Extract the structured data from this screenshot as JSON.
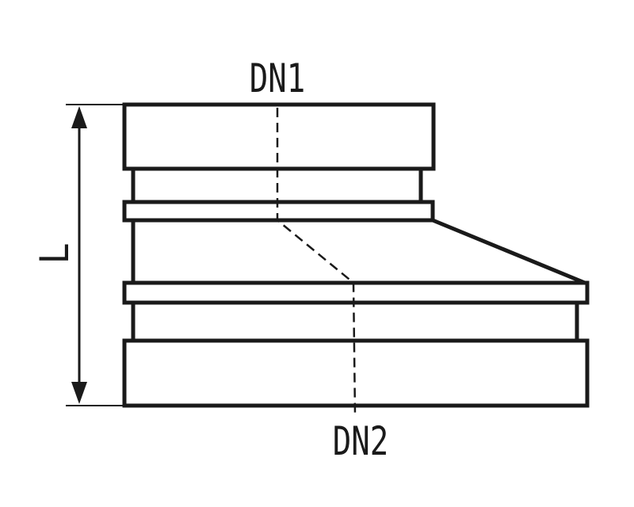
{
  "labels": {
    "dn1": "DN1",
    "dn2": "DN2",
    "length": "L"
  },
  "colors": {
    "stroke": "#1a1a1a",
    "background": "#ffffff"
  }
}
